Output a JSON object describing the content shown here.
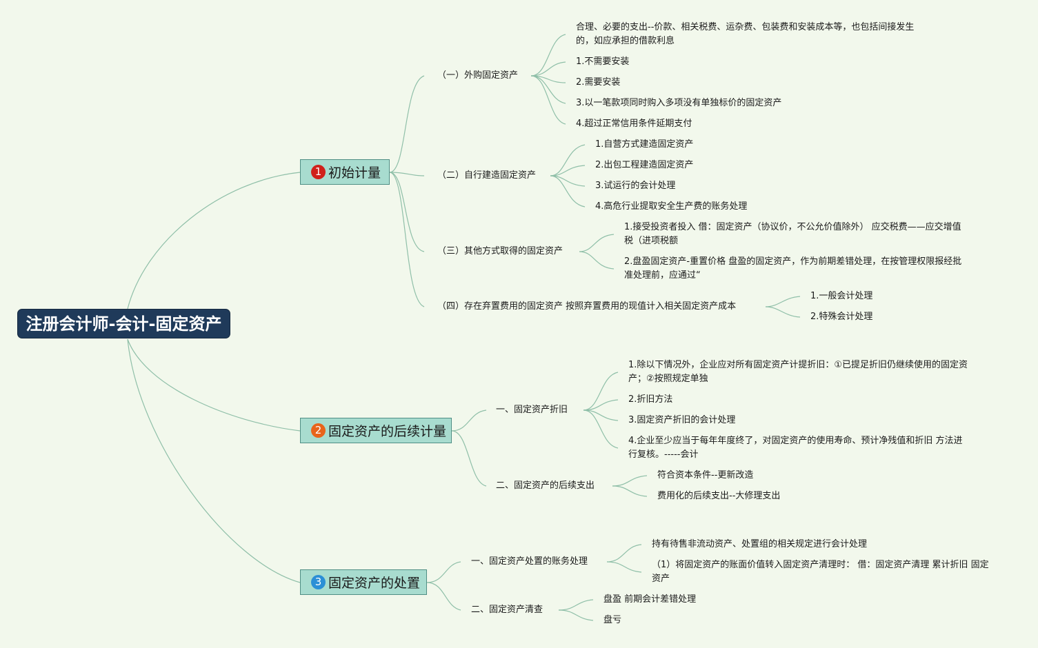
{
  "root": "注册会计师-会计-固定资产",
  "branches": [
    {
      "number": "1",
      "title": "初始计量",
      "badge_color": "#d0211b",
      "children": [
        {
          "label": "（一）外购固定资产",
          "leaves": [
            "合理、必要的支出--价款、相关税费、运杂费、包装费和安装成本等，也包括间接发生的，如应承担的借款利息",
            "1.不需要安装",
            "2.需要安装",
            "3.以一笔款项同时购入多项没有单独标价的固定资产",
            "4.超过正常信用条件延期支付"
          ]
        },
        {
          "label": "（二）自行建造固定资产",
          "leaves": [
            "1.自营方式建造固定资产",
            "2.出包工程建造固定资产",
            "3.试运行的会计处理",
            "4.高危行业提取安全生产费的账务处理"
          ]
        },
        {
          "label": "（三）其他方式取得的固定资产",
          "leaves": [
            "1.接受投资者投入 借：固定资产（协议价，不公允价值除外） 应交税费——应交增值税（进项税额",
            "2.盘盈固定资产-重置价格 盘盈的固定资产，作为前期差错处理，在按管理权限报经批准处理前，应通过“"
          ]
        },
        {
          "label": "（四）存在弃置费用的固定资产 按照弃置费用的现值计入相关固定资产成本",
          "leaves": [
            "1.一般会计处理",
            "2.特殊会计处理"
          ]
        }
      ]
    },
    {
      "number": "2",
      "title": "固定资产的后续计量",
      "badge_color": "#e8641b",
      "children": [
        {
          "label": "一、固定资产折旧",
          "leaves": [
            "1.除以下情况外，企业应对所有固定资产计提折旧：①已提足折旧仍继续使用的固定资产；②按照规定单独",
            "2.折旧方法",
            "3.固定资产折旧的会计处理",
            "4.企业至少应当于每年年度终了，对固定资产的使用寿命、预计净残值和折旧 方法进行复核。-----会计"
          ]
        },
        {
          "label": "二、固定资产的后续支出",
          "leaves": [
            "符合资本条件--更新改造",
            "费用化的后续支出--大修理支出"
          ]
        }
      ]
    },
    {
      "number": "3",
      "title": "固定资产的处置",
      "badge_color": "#2b8fd6",
      "children": [
        {
          "label": "一、固定资产处置的账务处理",
          "leaves": [
            "持有待售非流动资产、处置组的相关规定进行会计处理",
            "（1）将固定资产的账面价值转入固定资产清理时： 借：固定资产清理 累计折旧 固定资产"
          ]
        },
        {
          "label": "二、固定资产清查",
          "leaves": [
            "盘盈 前期会计差错处理",
            "盘亏"
          ]
        }
      ]
    }
  ]
}
